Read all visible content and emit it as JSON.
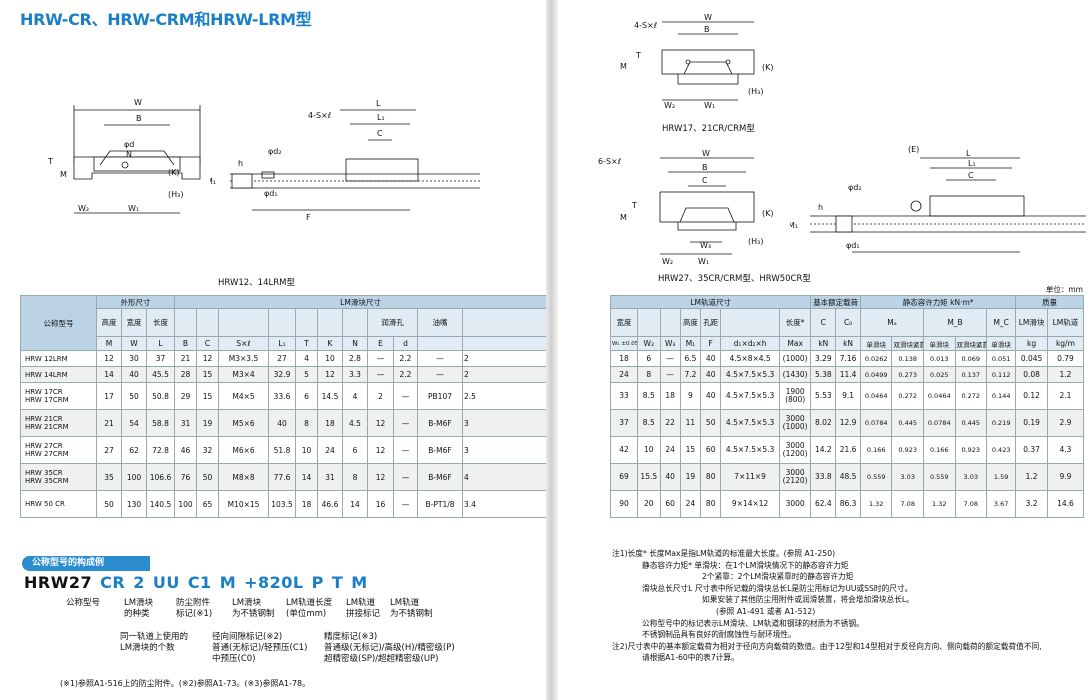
{
  "title": "HRW-CR、HRW-CRM和HRW-LRM型",
  "captions": {
    "left": "HRW12、14LRM型",
    "right_top": "HRW17、21CR/CRM型",
    "right_bottom": "HRW27、35CR/CRM型、HRW50CR型"
  },
  "unit_note": "单位：mm",
  "drawing_labels": {
    "W": "W",
    "B": "B",
    "N": "N",
    "M": "M",
    "T": "T",
    "K": "(K)",
    "H3": "(H₃)",
    "W1": "W₁",
    "W2": "W₂",
    "W3": "W₃",
    "L": "L",
    "L1": "L₁",
    "C": "C",
    "E": "(E)",
    "F": "F",
    "h": "h",
    "M1": "M₁",
    "d1": "φd₁",
    "d2": "φd₂",
    "d": "φd",
    "bolt4": "4-S×ℓ",
    "bolt6": "6-S×ℓ"
  },
  "left_table": {
    "group_outer": "外形尺寸",
    "group_block": "LM滑块尺寸",
    "model_header": "公称型号",
    "headers": [
      "高度",
      "宽度",
      "长度",
      "",
      "",
      "",
      "",
      "",
      "",
      "",
      "润滑孔",
      "油嘴",
      ""
    ],
    "symbols": [
      "M",
      "W",
      "L",
      "B",
      "C",
      "S×ℓ",
      "L₁",
      "T",
      "K",
      "N",
      "E",
      "d",
      "H₃"
    ],
    "rows": [
      {
        "model": "HRW 12LRM",
        "v": [
          "12",
          "30",
          "37",
          "21",
          "12",
          "M3×3.5",
          "27",
          "4",
          "10",
          "2.8",
          "—",
          "2.2",
          "—",
          "2"
        ]
      },
      {
        "model": "HRW 14LRM",
        "v": [
          "14",
          "40",
          "45.5",
          "28",
          "15",
          "M3×4",
          "32.9",
          "5",
          "12",
          "3.3",
          "—",
          "2.2",
          "—",
          "2"
        ]
      },
      {
        "model": "HRW 17CR\nHRW 17CRM",
        "v": [
          "17",
          "50",
          "50.8",
          "29",
          "15",
          "M4×5",
          "33.6",
          "6",
          "14.5",
          "4",
          "2",
          "—",
          "PB107",
          "2.5"
        ]
      },
      {
        "model": "HRW 21CR\nHRW 21CRM",
        "v": [
          "21",
          "54",
          "58.8",
          "31",
          "19",
          "M5×6",
          "40",
          "8",
          "18",
          "4.5",
          "12",
          "—",
          "B-M6F",
          "3"
        ]
      },
      {
        "model": "HRW 27CR\nHRW 27CRM",
        "v": [
          "27",
          "62",
          "72.8",
          "46",
          "32",
          "M6×6",
          "51.8",
          "10",
          "24",
          "6",
          "12",
          "—",
          "B-M6F",
          "3"
        ]
      },
      {
        "model": "HRW 35CR\nHRW 35CRM",
        "v": [
          "35",
          "100",
          "106.6",
          "76",
          "50",
          "M8×8",
          "77.6",
          "14",
          "31",
          "8",
          "12",
          "—",
          "B-M6F",
          "4"
        ]
      },
      {
        "model": "HRW 50 CR",
        "v": [
          "50",
          "130",
          "140.5",
          "100",
          "65",
          "M10×15",
          "103.5",
          "18",
          "46.6",
          "14",
          "16",
          "—",
          "B-PT1/8",
          "3.4"
        ]
      }
    ]
  },
  "right_table": {
    "group_rail": "LM轨道尺寸",
    "group_load": "基本额定载荷",
    "group_moment": "静态容许力矩 kN·m*",
    "group_mass": "质量",
    "h_width": "宽度",
    "h_height": "高度",
    "h_pitch": "孔距",
    "h_length": "长度*",
    "h_C": "C",
    "h_C0": "C₀",
    "h_MA": "Mₐ",
    "h_MB": "M_B",
    "h_MC": "M_C",
    "h_single": "单滑块",
    "h_double": "双滑块紧靠",
    "h_block_mass": "LM滑块",
    "h_rail_mass": "LM轨道",
    "s_W1": "W₁ ±0.05",
    "s_W2": "W₂",
    "s_W3": "W₃",
    "s_M1": "M₁",
    "s_F": "F",
    "s_d": "d₁×d₂×h",
    "s_max": "Max",
    "s_kN1": "kN",
    "s_kN2": "kN",
    "s_kg": "kg",
    "s_kgm": "kg/m",
    "rows": [
      [
        "18",
        "6",
        "—",
        "6.5",
        "40",
        "4.5×8×4.5",
        "(1000)",
        "3.29",
        "7.16",
        "0.0262",
        "0.138",
        "0.013",
        "0.069",
        "0.051",
        "0.045",
        "0.79"
      ],
      [
        "24",
        "8",
        "—",
        "7.2",
        "40",
        "4.5×7.5×5.3",
        "(1430)",
        "5.38",
        "11.4",
        "0.0499",
        "0.273",
        "0.025",
        "0.137",
        "0.112",
        "0.08",
        "1.2"
      ],
      [
        "33",
        "8.5",
        "18",
        "9",
        "40",
        "4.5×7.5×5.3",
        "1900\n(800)",
        "5.53",
        "9.1",
        "0.0464",
        "0.272",
        "0.0464",
        "0.272",
        "0.144",
        "0.12",
        "2.1"
      ],
      [
        "37",
        "8.5",
        "22",
        "11",
        "50",
        "4.5×7.5×5.3",
        "3000\n(1000)",
        "8.02",
        "12.9",
        "0.0784",
        "0.445",
        "0.0784",
        "0.445",
        "0.219",
        "0.19",
        "2.9"
      ],
      [
        "42",
        "10",
        "24",
        "15",
        "60",
        "4.5×7.5×5.3",
        "3000\n(1200)",
        "14.2",
        "21.6",
        "0.166",
        "0.923",
        "0.166",
        "0.923",
        "0.423",
        "0.37",
        "4.3"
      ],
      [
        "69",
        "15.5",
        "40",
        "19",
        "80",
        "7×11×9",
        "3000\n(2120)",
        "33.8",
        "48.5",
        "0.559",
        "3.03",
        "0.559",
        "3.03",
        "1.59",
        "1.2",
        "9.9"
      ],
      [
        "90",
        "20",
        "60",
        "24",
        "80",
        "9×14×12",
        "3000",
        "62.4",
        "86.3",
        "1.32",
        "7.08",
        "1.32",
        "7.08",
        "3.67",
        "3.2",
        "14.6"
      ]
    ]
  },
  "model_code": {
    "section_title": "公称型号的构成例",
    "parts": [
      "HRW27",
      "CR",
      "2",
      "UU",
      "C1",
      "M",
      "+820L",
      "P",
      "T",
      "M"
    ],
    "labels": {
      "model": "公称型号",
      "block_type": "LM滑块\n的种类",
      "dust": "防尘附件\n标记(※1)",
      "block_steel": "LM滑块\n为不锈钢制",
      "rail_len": "LM轨道长度\n(单位mm)",
      "rail_joint": "LM轨道\n拼接标记",
      "rail_steel": "LM轨道\n为不锈钢制",
      "count": "同一轨道上使用的\nLM滑块的个数",
      "clearance": "径向间隙标记(※2)\n普通(无标记)/轻预压(C1)\n中预压(C0)",
      "accuracy": "精度标记(※3)\n普通级(无标记)/高级(H)/精密级(P)\n超精密级(SP)/超超精密级(UP)"
    },
    "footnote": "(※1)参照A1-516上的防尘附件。(※2)参照A1-73。(※3)参照A1-78。"
  },
  "notes": [
    "注1)长度*  长度Max是指LM轨道的标准最大长度。(参照 A1-250)",
    "静态容许力矩*   单滑块：在1个LM滑块情况下的静态容许力矩",
    "2个紧靠：2个LM滑块紧靠时的静态容许力矩",
    "滑块总长尺寸L    尺寸表中所记载的滑块总长L是防尘用标记为UU或SS时的尺寸。",
    "如果安装了其他防尘用附件或润滑装置，将会增加滑块总长L。",
    "(参照 A1-491 或者 A1-512)",
    "公称型号中的标记表示LM滑块、LM轨道和钢球的材质为不锈钢。",
    "不锈钢制品具有良好的耐腐蚀性与耐环境性。",
    "注2)尺寸表中的基本额定载荷为相对于径向方向载荷的数值。由于12型和14型相对于反径向方向、侧向载荷的额定载荷值不同,",
    "请根据A1-60中的表7计算。"
  ]
}
